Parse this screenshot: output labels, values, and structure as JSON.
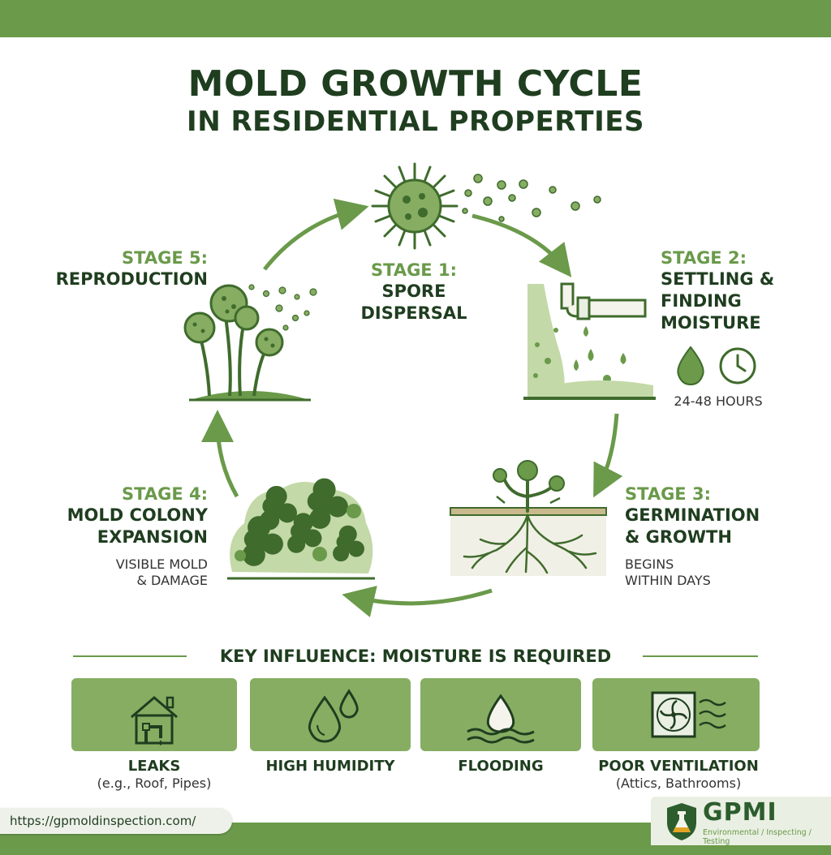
{
  "title": {
    "line1": "MOLD GROWTH CYCLE",
    "line2": "IN RESIDENTIAL PROPERTIES"
  },
  "stages": [
    {
      "number": "STAGE 1:",
      "name_lines": [
        "SPORE",
        "DISPERSAL"
      ],
      "icon": "spore-icon"
    },
    {
      "number": "STAGE 2:",
      "name_lines": [
        "SETTLING &",
        "FINDING",
        "MOISTURE"
      ],
      "note": "24-48 HOURS",
      "icon": "leaking-pipe-icon"
    },
    {
      "number": "STAGE 3:",
      "name_lines": [
        "GERMINATION",
        "& GROWTH"
      ],
      "note_lines": [
        "BEGINS",
        "WITHIN DAYS"
      ],
      "icon": "hyphae-roots-icon"
    },
    {
      "number": "STAGE 4:",
      "name_lines": [
        "MOLD COLONY",
        "EXPANSION"
      ],
      "note_lines": [
        "VISIBLE MOLD",
        "& DAMAGE"
      ],
      "icon": "mold-colony-icon"
    },
    {
      "number": "STAGE 5:",
      "name_lines": [
        "REPRODUCTION"
      ],
      "icon": "sporangia-icon"
    }
  ],
  "key": {
    "title": "KEY INFLUENCE: MOISTURE IS REQUIRED",
    "items": [
      {
        "label": "LEAKS",
        "sub": "(e.g., Roof, Pipes)",
        "icon": "house-pipe-icon"
      },
      {
        "label": "HIGH HUMIDITY",
        "sub": "",
        "icon": "water-drops-icon"
      },
      {
        "label": "FLOODING",
        "sub": "",
        "icon": "flood-waves-icon"
      },
      {
        "label": "POOR VENTILATION",
        "sub": "(Attics, Bathrooms)",
        "icon": "vent-fan-icon"
      }
    ]
  },
  "footer": {
    "url": "https://gpmoldinspection.com/",
    "logo_text": "GPMI",
    "logo_tagline": "Environmental / Inspecting / Testing"
  },
  "colors": {
    "dark_green": "#1f3d1f",
    "accent_green": "#6a9a4a",
    "card_green": "#86ad62",
    "light_green": "#b9d39c"
  }
}
